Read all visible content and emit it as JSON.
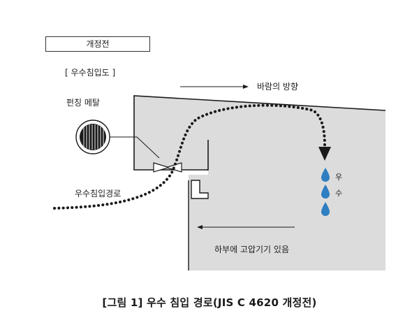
{
  "revision_label": "개정전",
  "diagram_title": "[ 우수침입도 ]",
  "wind_direction_label": "바람의 방향",
  "punching_metal_label": "펀칭 메탈",
  "intrusion_path_label": "우수침입경로",
  "rain_label": [
    "우",
    "수"
  ],
  "high_pressure_label": "하부에 고압기기 있음",
  "caption": "[그림 1] 우수 침입 경로(JIS C 4620 개정전)",
  "colors": {
    "housing_fill": "#dcdcdc",
    "line": "#1a1a1a",
    "drop": "#2e7fc1"
  }
}
